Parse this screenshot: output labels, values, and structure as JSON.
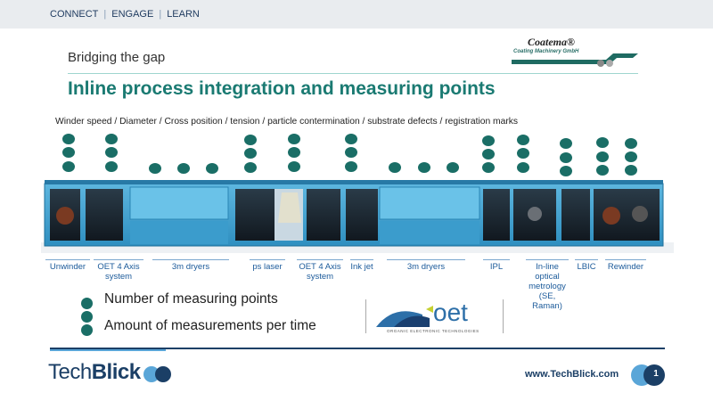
{
  "nav": {
    "items": [
      "CONNECT",
      "ENGAGE",
      "LEARN"
    ],
    "separator": "|"
  },
  "slide": {
    "subtitle": "Bridging the gap",
    "title": "Inline process integration and measuring points",
    "params": "Winder speed / Diameter / Cross position / tension / particle contermination / substrate defects / registration marks"
  },
  "coatema_logo": {
    "brand": "Coatema",
    "mark": "®",
    "tagline": "Coating Machinery GmbH"
  },
  "stations": [
    {
      "label": "Unwinder",
      "dots": 3
    },
    {
      "label": "OET 4 Axis system",
      "dots": 3
    },
    {
      "label": "3m dryers",
      "dots": 3
    },
    {
      "label": "ps laser",
      "dots": 3
    },
    {
      "label": "OET 4 Axis system",
      "dots": 3
    },
    {
      "label": "Ink jet",
      "dots": 3
    },
    {
      "label": "3m dryers",
      "dots": 3
    },
    {
      "label": "IPL",
      "dots": 3
    },
    {
      "label": "In-line optical metrology (SE, Raman)",
      "dots": 3
    },
    {
      "label": "LBIC",
      "dots": 3
    },
    {
      "label": "Rewinder",
      "dots": 3
    }
  ],
  "legend": {
    "item1": "Number of measuring points",
    "item2": "Amount of measurements per time"
  },
  "oet_logo": {
    "name": "oet",
    "tagline": "ORGANIC ELECTRONIC TECHNOLOGIES"
  },
  "footer": {
    "brand_light": "Tech",
    "brand_bold": "Blick",
    "url": "www.TechBlick.com",
    "page": "1"
  },
  "colors": {
    "dot": "#1a6e66",
    "title": "#1a7a72",
    "machine": "#3fa4d2",
    "navy": "#1b3f66",
    "light_blue": "#5aa6d8"
  }
}
